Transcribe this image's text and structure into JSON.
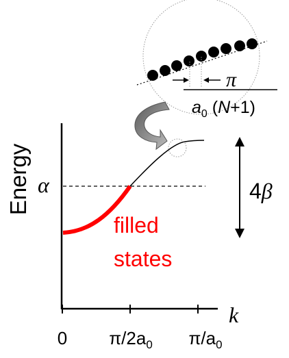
{
  "axes": {
    "y_label": "Energy",
    "x_label": "k",
    "alpha_label": "α"
  },
  "ticks": [
    {
      "id": "tick-0",
      "base": "0",
      "sub": ""
    },
    {
      "id": "tick-pi-2a0",
      "base": "π/2a",
      "sub": "0"
    },
    {
      "id": "tick-pi-a0",
      "base": "π/a",
      "sub": "0"
    }
  ],
  "bandwidth": {
    "coef": "4",
    "sym": "β"
  },
  "filled_label": {
    "line1": "filled",
    "line2": "states"
  },
  "inset": {
    "spacing_numerator": "π",
    "denominator_a": "a",
    "denominator_sub": "0",
    "denominator_open": " (",
    "denominator_N": "N",
    "denominator_rest": "+1)"
  },
  "colors": {
    "filled": "#ff0000",
    "curve": "#000000",
    "arrow_fill": "#7f7f7f"
  }
}
